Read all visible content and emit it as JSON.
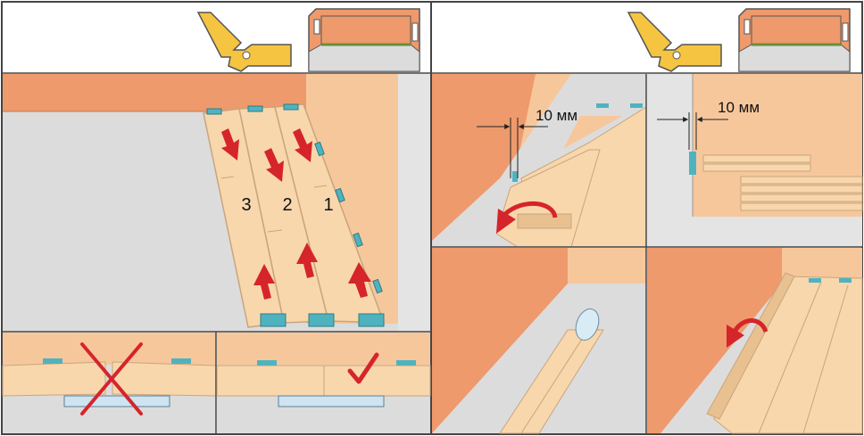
{
  "left_panel": {
    "row_numbers": [
      "3",
      "2",
      "1"
    ]
  },
  "gap_labels": {
    "left": "10 мм",
    "right": "10 мм"
  },
  "colors": {
    "wall_dark": "#ee9a6c",
    "wall_light": "#f7c79c",
    "floor": "#dcdcdc",
    "plank": "#f8d7ad",
    "plank_edge": "#c9a57c",
    "spacer": "#4fb3bf",
    "arrow": "#d6242b",
    "outline": "#555555",
    "lock": "#f5c441"
  },
  "icons": [
    "lock-joint-icon",
    "room-corner-icon",
    "cross-mark-icon",
    "check-mark-icon",
    "rotate-arrow-icon",
    "saw-blade-icon"
  ]
}
